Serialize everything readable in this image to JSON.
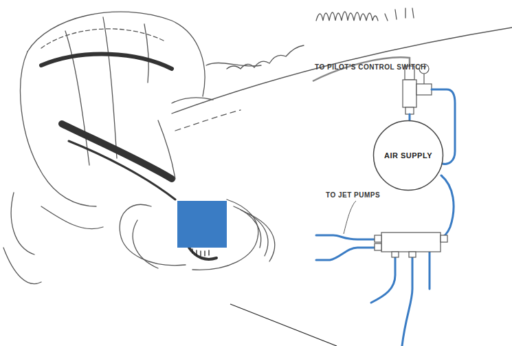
{
  "diagram": {
    "nodes": [
      {
        "text": [
          "AIR SUPPLY"
        ]
      }
    ],
    "labels": [
      "TO PILOT'S CONTROL SWITCH",
      "TO JET PUMPS"
    ]
  }
}
